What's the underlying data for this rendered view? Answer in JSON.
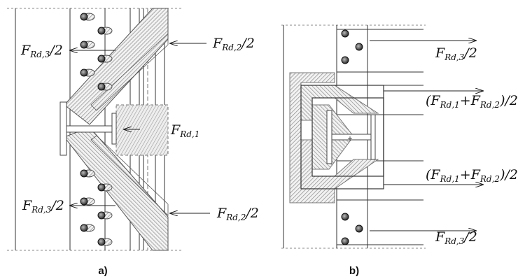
{
  "panels": [
    {
      "caption": "a)",
      "labels": {
        "f_rd3_top": [
          "F",
          "Rd,3",
          "/2"
        ],
        "f_rd2_top": [
          "F",
          "Rd,2",
          "/2"
        ],
        "f_rd1": [
          "F",
          "Rd,1",
          ""
        ],
        "f_rd3_bottom": [
          "F",
          "Rd,3",
          "/2"
        ],
        "f_rd2_bottom": [
          "F",
          "Rd,2",
          "/2"
        ]
      }
    },
    {
      "caption": "b)",
      "labels": {
        "f_rd3_top": [
          "F",
          "Rd,3",
          "/2"
        ],
        "f_sum_top": [
          "(F",
          "Rd,1",
          "+F",
          "Rd,2",
          ")/2"
        ],
        "f_sum_bottom": [
          "(F",
          "Rd,1",
          "+F",
          "Rd,2",
          ")/2"
        ],
        "f_rd3_bottom": [
          "F",
          "Rd,3",
          "/2"
        ]
      }
    }
  ]
}
